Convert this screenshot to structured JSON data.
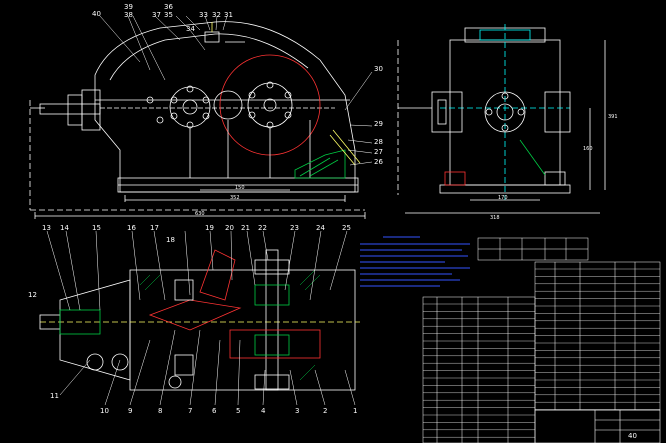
{
  "front_view": {
    "part_labels": [
      "40",
      "39",
      "38",
      "37",
      "36",
      "35",
      "34",
      "33",
      "32",
      "31",
      "30",
      "29",
      "28",
      "27",
      "26"
    ],
    "dimensions": [
      "150",
      "352",
      "630"
    ]
  },
  "side_view": {
    "dimensions": [
      "170",
      "318",
      "160",
      "391"
    ]
  },
  "section_view": {
    "top_labels": [
      "13",
      "14",
      "15",
      "16",
      "17",
      "18",
      "19",
      "20",
      "21",
      "22",
      "23",
      "24",
      "25"
    ],
    "bottom_labels": [
      "11",
      "10",
      "9",
      "8",
      "7",
      "6",
      "5",
      "4",
      "3",
      "2",
      "1"
    ],
    "left_label": "12"
  },
  "title_block": {
    "part_number": "40"
  },
  "colors": {
    "background": "#000000",
    "outline": "#ffffff",
    "gear": "#ff3333",
    "hatch": "#00cc44",
    "text_note": "#3355ff",
    "dimension": "#ffffff",
    "accent": "#ffff66",
    "axis": "#00ffff"
  }
}
